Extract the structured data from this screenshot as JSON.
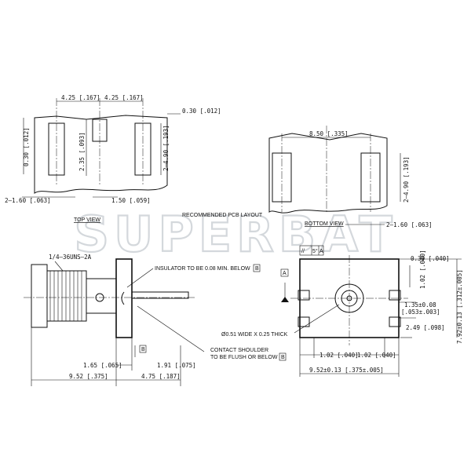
{
  "watermark": "SUPERBAT",
  "top_view": {
    "label": "TOP VIEW",
    "dims": {
      "pitch_left": "4.25 [.167]",
      "pitch_right": "4.25 [.167]",
      "edge_clearance": "0.30 [.012]",
      "edge_clearance_side": "0.30 [.012]",
      "pad_spacing": "2.35 [.093]",
      "pad_length": "2–4.90 [.193]",
      "pad_width": "2–1.60 [.063]",
      "center_pad_width": "1.50 [.059]"
    }
  },
  "pcb_layout_label": "RECOMMENDED PCB LAYOUT",
  "bottom_view": {
    "label": "BOTTOM VIEW",
    "dims": {
      "pad_pitch": "8.50 [.335]",
      "pad_length": "2–4.90 [.193]",
      "pad_width": "2–1.60 [.063]"
    }
  },
  "side_view": {
    "dims": {
      "thread": "1/4–36UNS–2A",
      "x1": "1.65 [.065]",
      "x2": "1.91 [.075]",
      "overall": "9.52 [.375]",
      "flange": "4.75 [.187]"
    },
    "notes": {
      "insulator": "INSULATOR TO BE 0.08 MIN. BELOW",
      "shoulder_line1": "CONTACT SHOULDER",
      "shoulder_line2": "TO BE FLUSH OR BELOW"
    },
    "datum": "B"
  },
  "front_view": {
    "flatness": "//",
    "flatness_value": "5°",
    "datum": "A",
    "pin_note": "Ø0.51 WIDE X 0.25 THICK",
    "dims": {
      "top_gap": "0.30 [.040]",
      "right_top": "1.02 [.040]",
      "height_tol": "1.35±0.08",
      "height_tol_in": "[.053±.003]",
      "right_mid": "2.49 [.098]",
      "height": "7.92±0.13 [.312±.005]",
      "bottom_left": "1.02 [.040]",
      "bottom_right": "1.02 [.040]",
      "width": "9.52±0.13 [.375±.005]"
    }
  }
}
